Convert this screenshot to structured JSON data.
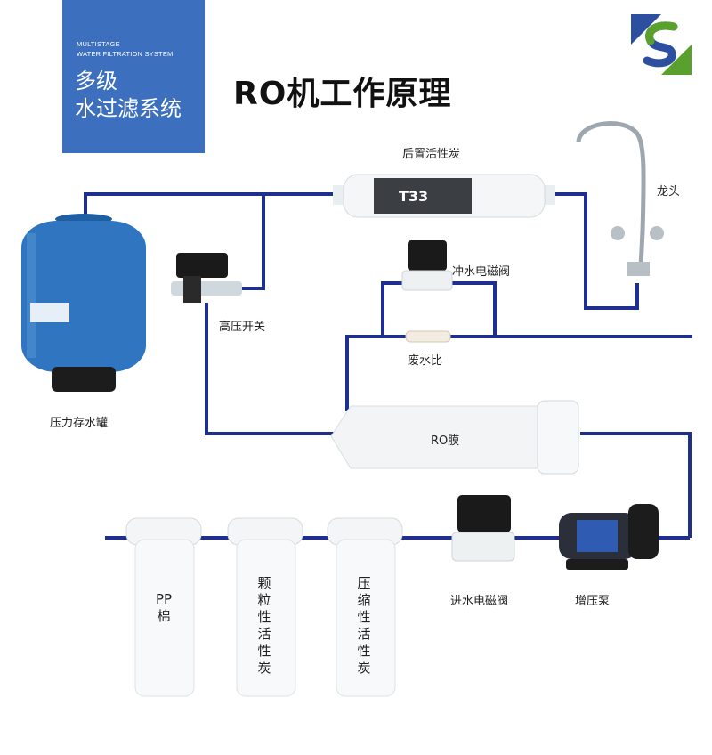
{
  "banner": {
    "subtitle_en": "MULTISTAGE\nWATER FILTRATION SYSTEM",
    "title_zh": "多级\n水过滤系统"
  },
  "title": "RO机工作原理",
  "labels": {
    "post_carbon": "后置活性炭",
    "faucet": "龙头",
    "flush_valve": "冲水电磁阀",
    "high_pressure_switch": "高压开关",
    "waste_ratio": "废水比",
    "tank": "压力存水罐",
    "ro_membrane": "RO膜",
    "inlet_valve": "进水电磁阀",
    "booster_pump": "增压泵",
    "filter_pp": "PP\n棉",
    "filter_granular": "颗\n粒\n性\n活\n性\n炭",
    "filter_block": "压\n缩\n性\n活\n性\n炭"
  },
  "colors": {
    "pipe": "#1f2f8f",
    "banner": "#3c6fbe",
    "tank": "#2f75bf",
    "logo_blue": "#2d4fa0",
    "logo_green": "#5aa02c"
  },
  "icons": {
    "logo": "company-s-logo",
    "faucet": "faucet-icon",
    "tank": "pressure-tank-icon",
    "pump": "booster-pump-icon"
  }
}
